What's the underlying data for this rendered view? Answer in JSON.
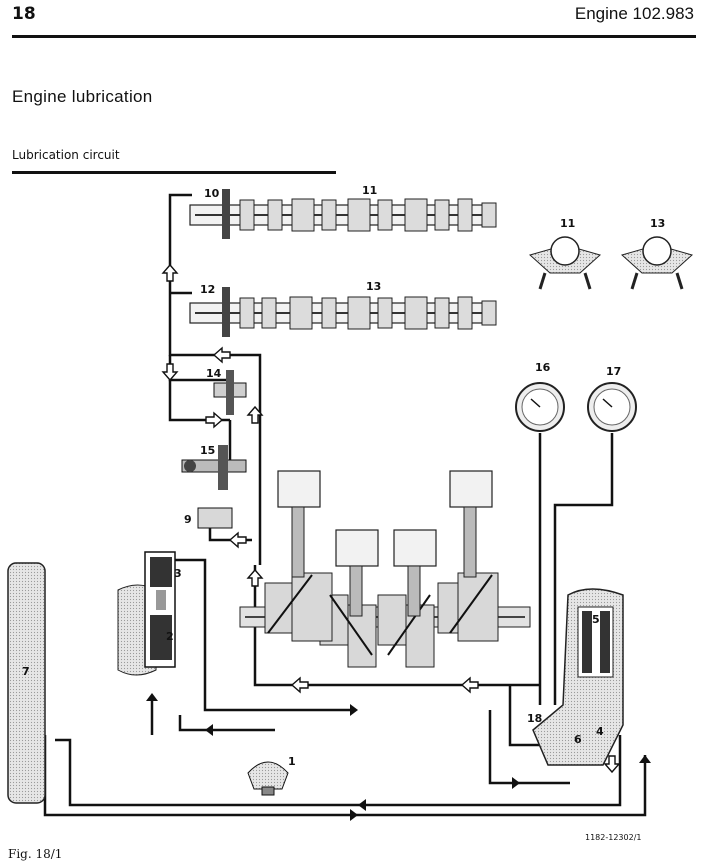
{
  "header": {
    "page_number": "18",
    "title": "Engine 102.983"
  },
  "section_title": "Engine lubrication",
  "subsection_title": "Lubrication circuit",
  "figure": {
    "code": "1182-12302/1",
    "labels": {
      "n1": "1",
      "n2": "2",
      "n3": "3",
      "n4": "4",
      "n5": "5",
      "n6": "6",
      "n7": "7",
      "n9": "9",
      "n10": "10",
      "n11": "11",
      "n12": "12",
      "n13": "13",
      "n14": "14",
      "n15": "15",
      "n16": "16",
      "n17": "17",
      "n18": "18",
      "n11b": "11",
      "n13b": "13"
    }
  },
  "caption": "Fig. 18/1"
}
